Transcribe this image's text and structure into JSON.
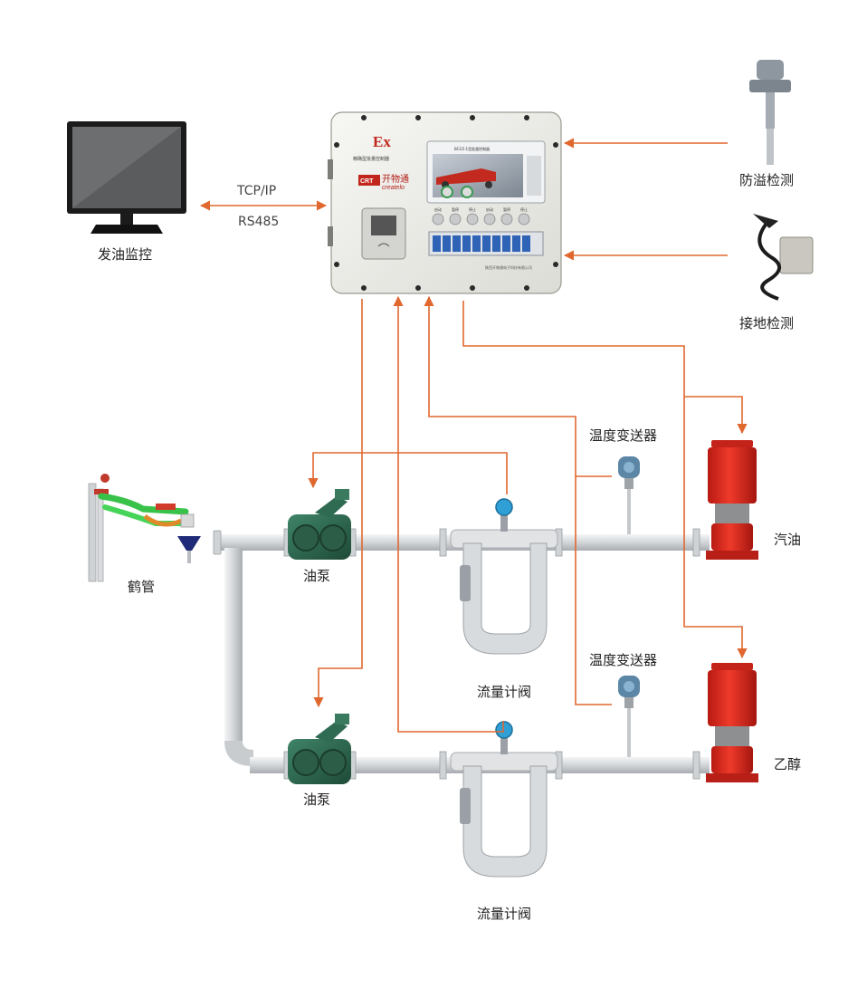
{
  "labels": {
    "monitor": "发油监控",
    "tcp": "TCP/IP",
    "rs485": "RS485",
    "overflow": "防溢检测",
    "ground": "接地检测",
    "crane": "鹤管",
    "pump1": "油泵",
    "pump2": "油泵",
    "flow1": "流量计阀",
    "flow2": "流量计阀",
    "temp1": "温度变送器",
    "temp2": "温度变送器",
    "gasoline": "汽油",
    "ethanol": "乙醇"
  },
  "controller": {
    "ex_mark": "Ex",
    "title": "精确型批量控制器",
    "brand_badge": "CRT",
    "brand_cn": "开物通",
    "brand_en": "createlo",
    "screen_title": "BCG5-1型批量控制器",
    "button_labels": [
      "启动",
      "暂停",
      "停止",
      "启动",
      "暂停",
      "停止"
    ],
    "company": "陕西开物通电子科技有限公司"
  },
  "colors": {
    "arrow": "#e0682f",
    "pipe": "#d9dcdf",
    "pump_red": "#e32a1d",
    "valve_green": "#2f6b52",
    "enclosure": "#eeeeea"
  }
}
